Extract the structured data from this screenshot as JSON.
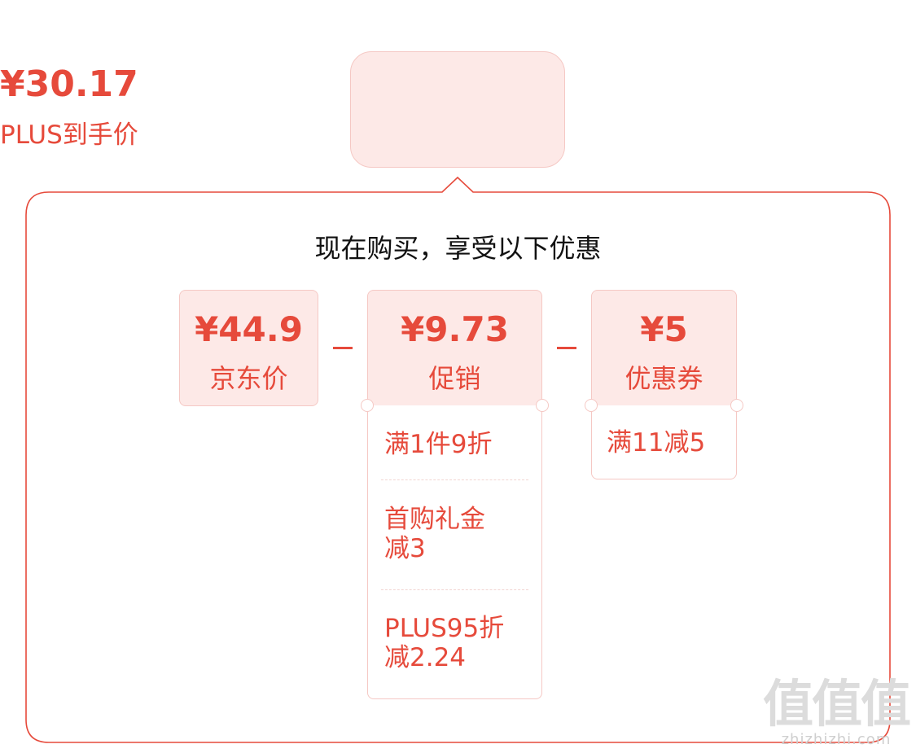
{
  "summary": {
    "final_price": "¥30.17",
    "final_price_label": "PLUS到手价"
  },
  "headline": "现在购买，享受以下优惠",
  "cards": [
    {
      "amount": "¥44.9",
      "label": "京东价"
    },
    {
      "amount": "¥9.73",
      "label": "促销"
    },
    {
      "amount": "¥5",
      "label": "优惠券"
    }
  ],
  "promotions": [
    "满1件9折",
    "首购礼金减3",
    "PLUS95折减2.24"
  ],
  "promotion_lines": [
    [
      "满1件9折"
    ],
    [
      "首购礼金",
      "减3"
    ],
    [
      "PLUS95折",
      "减2.24"
    ]
  ],
  "coupons": [
    "满11减5"
  ],
  "operators": [
    "-",
    "-"
  ],
  "watermark": {
    "glyphs": "值值值",
    "url": "zhizhizhi.com"
  },
  "colors": {
    "accent": "#e64a3b",
    "card_bg": "#fde9e7",
    "card_border": "#f5c8c4"
  }
}
